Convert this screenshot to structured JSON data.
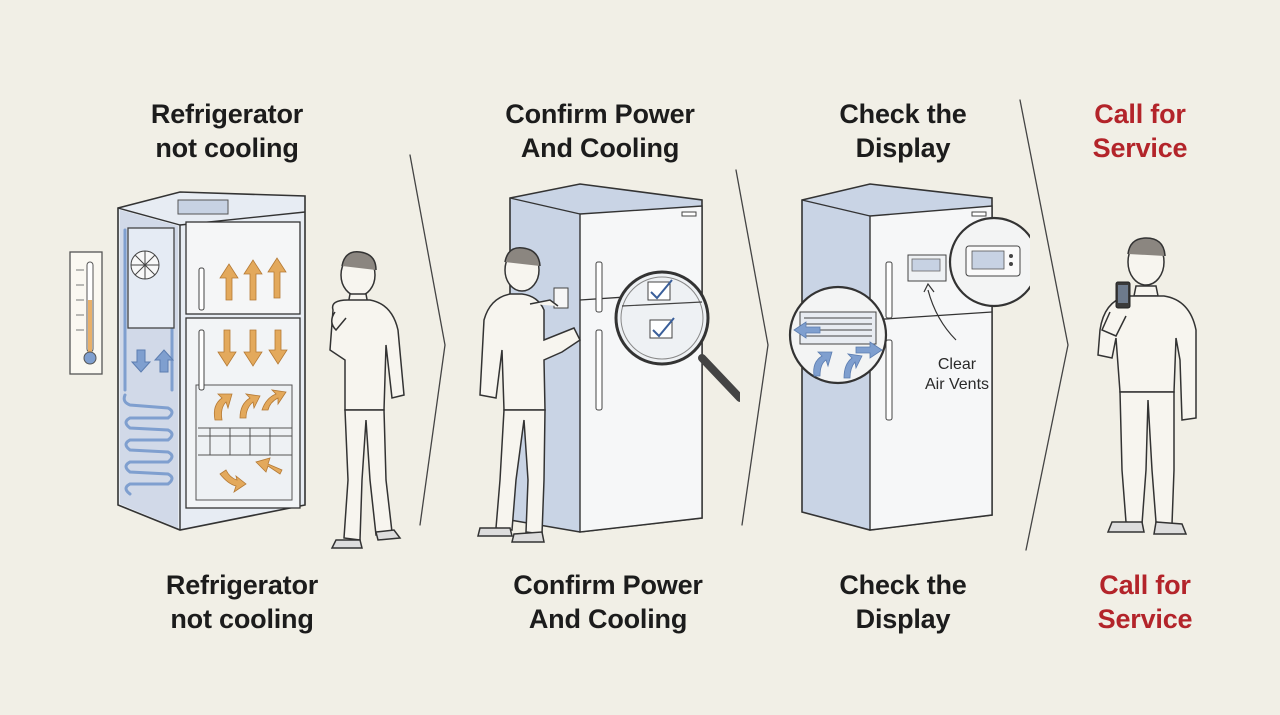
{
  "steps": [
    {
      "title_top": [
        "Refrigerator",
        "not cooling"
      ],
      "title_bottom": [
        "Refrigerator",
        "not cooling"
      ]
    },
    {
      "title_top": [
        "Confirm Power",
        "And Cooling"
      ],
      "title_bottom": [
        "Confirm Power",
        "And Cooling"
      ]
    },
    {
      "title_top": [
        "Check the",
        "Display"
      ],
      "title_bottom": [
        "Check the",
        "Display"
      ]
    },
    {
      "title_top": [
        "Call for",
        "Service"
      ],
      "title_bottom": [
        "Call for",
        "Service"
      ]
    }
  ],
  "annotations": {
    "vents_label": [
      "Clear",
      "Air Vents"
    ]
  },
  "colors": {
    "background": "#f1efe6",
    "ink": "#2b2b2b",
    "accent_red": "#b3242a",
    "airflow_arrow": "#e3a95c",
    "coolant_blue": "#7f9fcf",
    "steel_blue": "#c7d2e3"
  },
  "icons": [
    "thermometer-icon",
    "fan-icon",
    "checkbox-icon",
    "magnifier-icon",
    "vent-grille-icon",
    "phone-icon"
  ]
}
